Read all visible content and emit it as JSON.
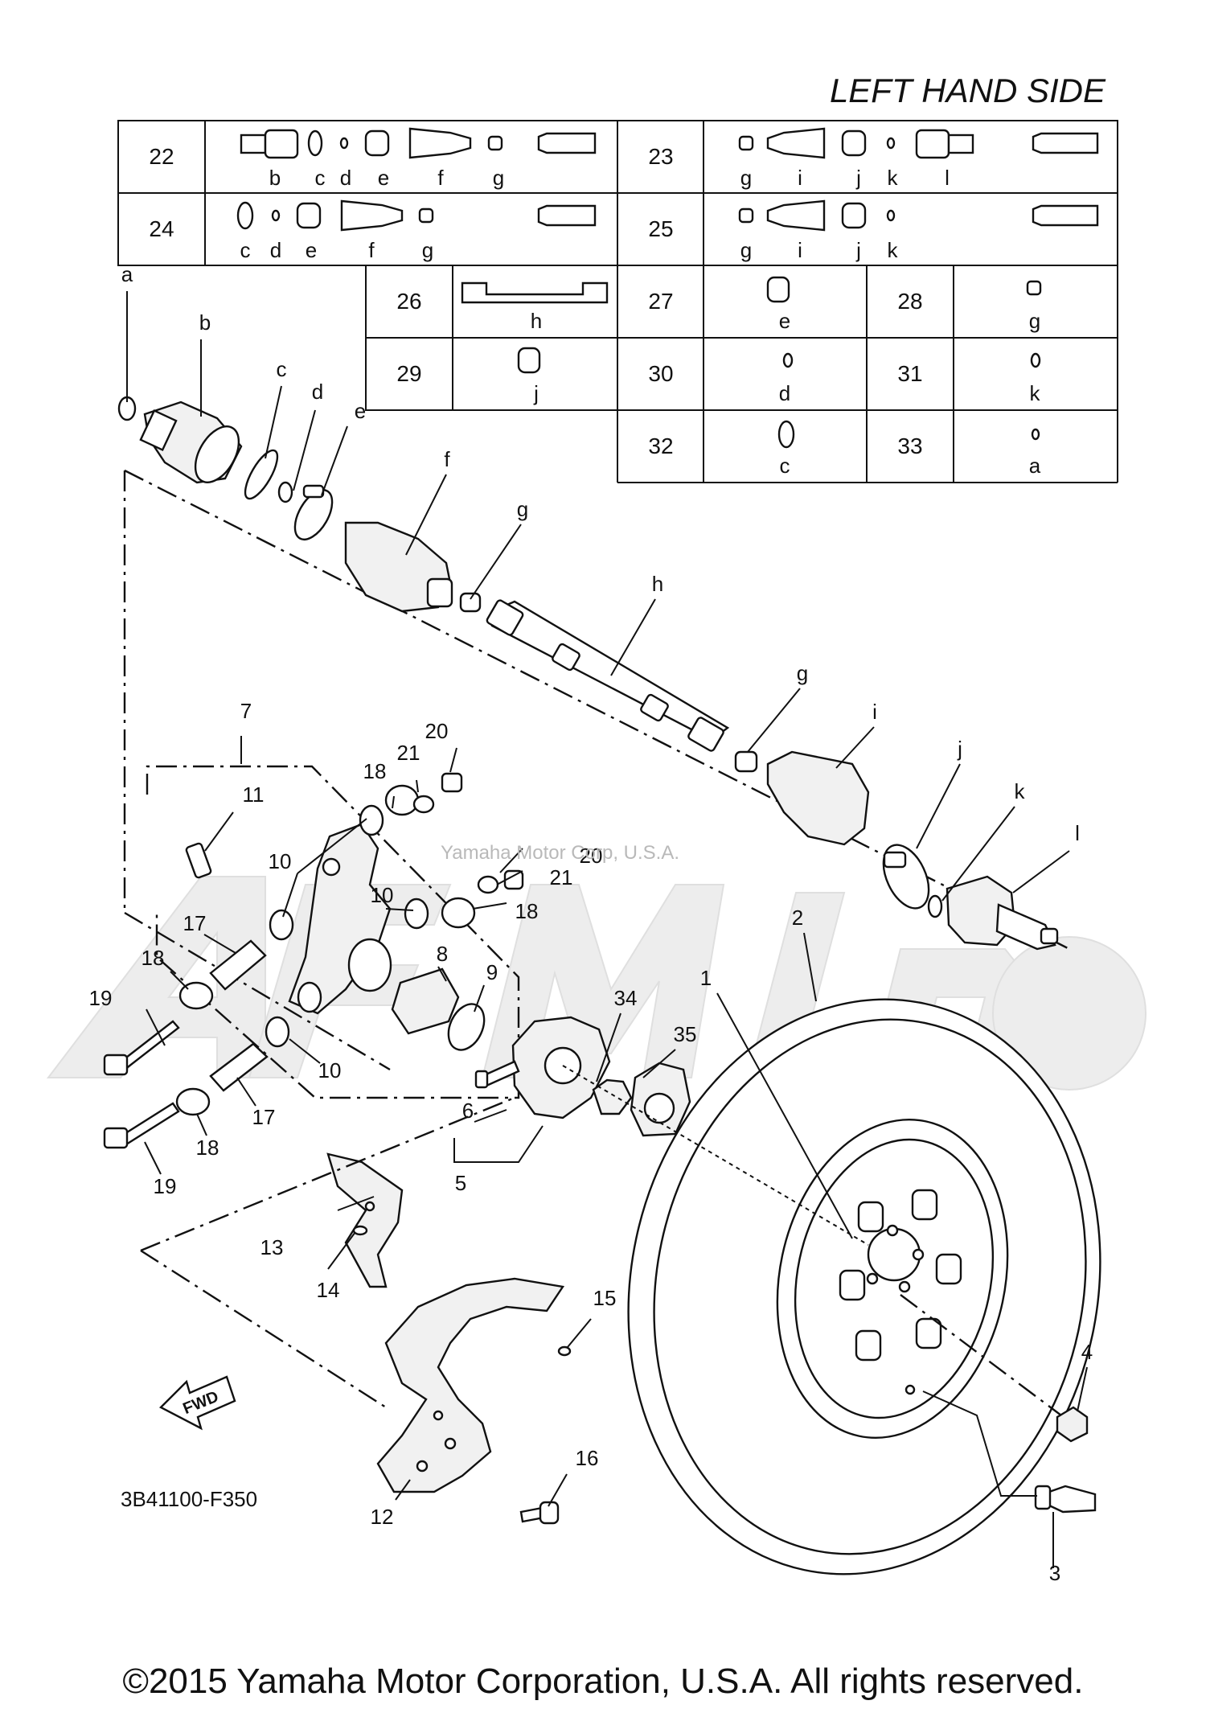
{
  "header": {
    "title": "LEFT HAND SIDE"
  },
  "kit_table": {
    "rows": [
      {
        "left": {
          "num": "22",
          "letters": [
            "b",
            "c",
            "d",
            "e",
            "f",
            "g"
          ]
        },
        "right": {
          "num": "23",
          "letters": [
            "g",
            "i",
            "j",
            "k",
            "l"
          ]
        }
      },
      {
        "left": {
          "num": "24",
          "letters": [
            "c",
            "d",
            "e",
            "f",
            "g"
          ]
        },
        "right": {
          "num": "25",
          "letters": [
            "g",
            "i",
            "j",
            "k"
          ]
        }
      }
    ],
    "small_kits": [
      {
        "num": "26",
        "letter": "h"
      },
      {
        "num": "27",
        "letter": "e"
      },
      {
        "num": "28",
        "letter": "g"
      },
      {
        "num": "29",
        "letter": "j"
      },
      {
        "num": "30",
        "letter": "d"
      },
      {
        "num": "31",
        "letter": "k"
      },
      {
        "num": "32",
        "letter": "c"
      },
      {
        "num": "33",
        "letter": "a"
      }
    ]
  },
  "letter_labels": [
    "a",
    "b",
    "c",
    "d",
    "e",
    "f",
    "g",
    "h",
    "g",
    "i",
    "j",
    "k",
    "l"
  ],
  "part_numbers": [
    "7",
    "11",
    "10",
    "10",
    "10",
    "18",
    "21",
    "20",
    "20",
    "21",
    "18",
    "17",
    "18",
    "19",
    "8",
    "9",
    "17",
    "18",
    "19",
    "1",
    "2",
    "34",
    "35",
    "6",
    "5",
    "13",
    "14",
    "15",
    "16",
    "12",
    "4",
    "3"
  ],
  "fwd_label": "FWD",
  "diagram_code": "3B41100-F350",
  "watermark": "Yamaha Motor Corp, U.S.A.",
  "footer": "©2015 Yamaha Motor Corporation, U.S.A. All rights reserved."
}
